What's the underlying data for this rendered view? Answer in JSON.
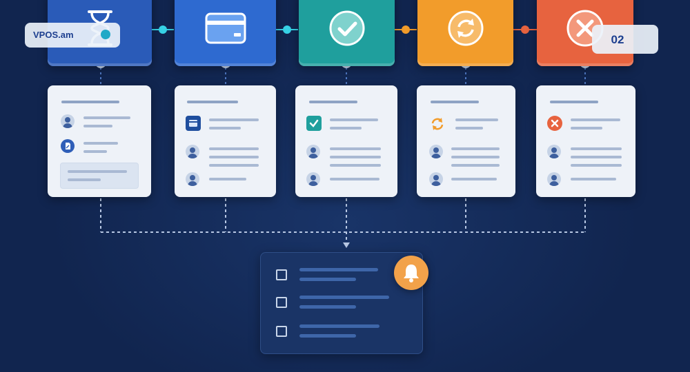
{
  "brand": {
    "logo_text": "VPOS.am"
  },
  "page": {
    "number": "02"
  },
  "stages": [
    {
      "status": "pending",
      "icon": "hourglass-icon",
      "color": "#2a5bb8"
    },
    {
      "status": "payment",
      "icon": "credit-card-icon",
      "color": "#2e6ad0"
    },
    {
      "status": "approved",
      "icon": "check-circle-icon",
      "color": "#1f9f9d"
    },
    {
      "status": "refund",
      "icon": "refresh-icon",
      "color": "#f29c2b"
    },
    {
      "status": "declined",
      "icon": "x-circle-icon",
      "color": "#e7633f"
    }
  ],
  "connector_dot_colors": [
    "#37d2e6",
    "#37d2e6",
    "#f29c2b",
    "#e7633f"
  ],
  "summary": {
    "icon": "bell-icon",
    "checkbox_count": 3
  }
}
